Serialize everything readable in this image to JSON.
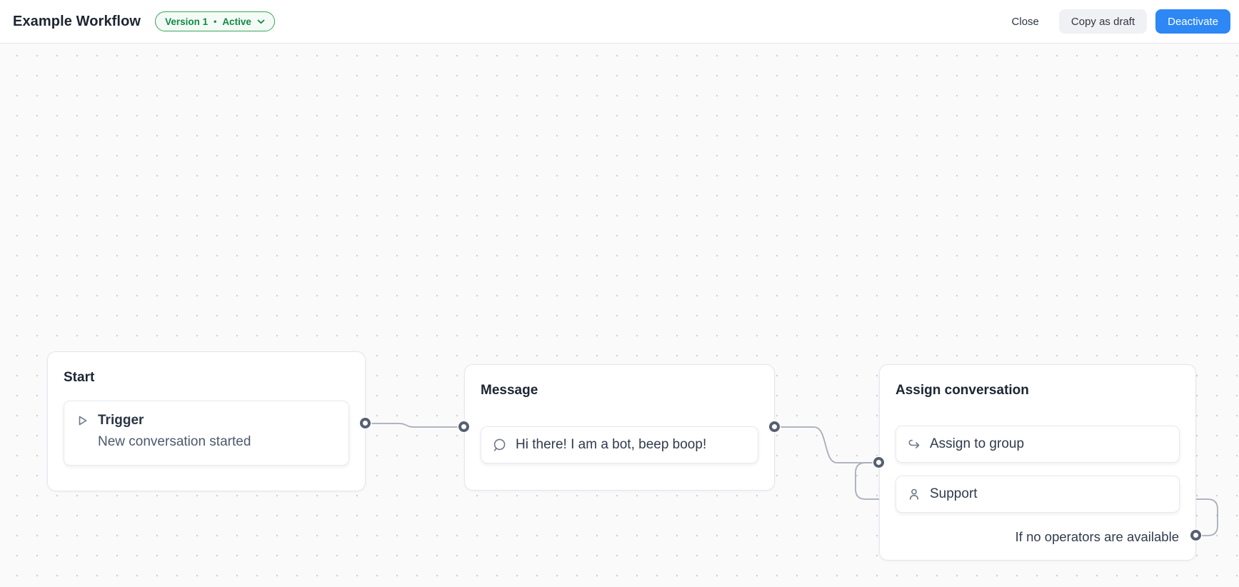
{
  "header": {
    "title": "Example Workflow",
    "version_badge": {
      "version": "Version 1",
      "separator": "•",
      "status": "Active",
      "icon": "chevron-down-icon"
    },
    "buttons": {
      "close": "Close",
      "copy_as_draft": "Copy as draft",
      "deactivate": "Deactivate"
    }
  },
  "canvas": {
    "nodes": {
      "start": {
        "title": "Start",
        "step": {
          "icon": "play-icon",
          "title": "Trigger",
          "subtitle": "New conversation started"
        }
      },
      "message": {
        "title": "Message",
        "step": {
          "icon": "chat-bubble-icon",
          "text": "Hi there! I am a bot, beep boop!"
        }
      },
      "assign": {
        "title": "Assign conversation",
        "steps": [
          {
            "icon": "assign-arrow-icon",
            "label": "Assign to group"
          },
          {
            "icon": "person-icon",
            "label": "Support"
          }
        ],
        "fallback_label": "If no operators are available"
      }
    },
    "edges": [
      {
        "from": "start",
        "to": "message"
      },
      {
        "from": "message",
        "to": "assign"
      },
      {
        "from": "assign-fallback-port",
        "to": "assign",
        "note": "loops around node back to its input port"
      }
    ]
  },
  "colors": {
    "accent_blue": "#2d87f5",
    "badge_green_border": "#37a65a",
    "badge_green_text": "#0f8a43",
    "badge_green_bg": "#f4fbf6",
    "edge_gray": "#a8adb8",
    "port_ring": "#566070",
    "canvas_bg": "#fafafb",
    "dot_grid": "#cdd0d6"
  }
}
